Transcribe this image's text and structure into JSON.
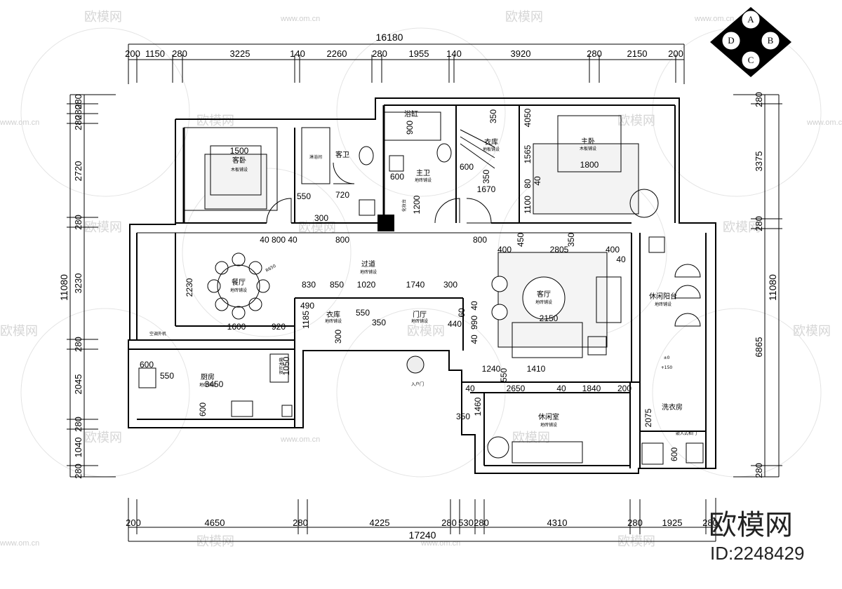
{
  "top_dims": {
    "total": "16180",
    "segments": [
      "200",
      "1150",
      "280",
      "3225",
      "140",
      "2260",
      "280",
      "1955",
      "140",
      "3920",
      "280",
      "2150",
      "200"
    ]
  },
  "bottom_dims": {
    "total": "17240",
    "segments": [
      "200",
      "4650",
      "280",
      "4225",
      "280",
      "530",
      "280",
      "4310",
      "280",
      "1925",
      "280"
    ]
  },
  "left_dims": {
    "total": "11080",
    "segments": [
      "280",
      "280",
      "280",
      "2720",
      "280",
      "3230",
      "280",
      "2045",
      "280",
      "1040",
      "280"
    ]
  },
  "right_dims": {
    "total": "11080",
    "segments": [
      "280",
      "3375",
      "280",
      "6865",
      "280"
    ]
  },
  "compass": {
    "top": "A",
    "right": "B",
    "bottom": "C",
    "left": "D"
  },
  "rooms": {
    "guest_bedroom": {
      "name": "客卧",
      "sub": "木板铺设",
      "bed": "1500"
    },
    "guest_bath": {
      "name": "客卫",
      "sub": "淋浴间"
    },
    "bath": {
      "name": "浴缸",
      "value": "900"
    },
    "master_bath": {
      "name": "主卫",
      "sub": "地砖铺设",
      "vanity": "化妆台"
    },
    "closet_master": {
      "name": "衣库",
      "sub": "地板铺设"
    },
    "master_bedroom": {
      "name": "主卧",
      "sub": "木板铺设",
      "bed": "1800"
    },
    "corridor": {
      "name": "过道",
      "sub": "地砖铺设"
    },
    "dining": {
      "name": "餐厅",
      "sub": "地砖铺设",
      "table": "R650"
    },
    "living": {
      "name": "客厅",
      "sub": "地砖铺设"
    },
    "closet_entry": {
      "name": "衣库",
      "sub": "地砖铺设"
    },
    "foyer": {
      "name": "门厅",
      "sub": "地砖铺设"
    },
    "balcony": {
      "name": "休闲阳台",
      "sub": "地砖铺设"
    },
    "kitchen": {
      "name": "厨房",
      "sub": "地砖铺设"
    },
    "study": {
      "name": "休闲室",
      "sub": "地砖铺设"
    },
    "laundry": {
      "name": "洗衣房"
    },
    "entrance": {
      "name": "入户门"
    },
    "fridge": {
      "name": "双开冰箱"
    },
    "aircon": {
      "name": "空调外机"
    },
    "fixture": {
      "name": "嵌入式柜门"
    }
  },
  "inner_dims": {
    "d550a": "550",
    "d720": "720",
    "d300a": "300",
    "d600a": "600",
    "d1200": "1200",
    "d350a": "350",
    "d4050": "4050",
    "d1565": "1565",
    "d600b": "600",
    "d350b": "350",
    "d1670": "1670",
    "d40a": "40",
    "d80a": "80",
    "d1100": "1100",
    "d40_800_40": "40 800 40",
    "d800a": "800",
    "d800b": "800",
    "d400a": "400",
    "d450": "450",
    "d2805": "2805",
    "d350c": "350",
    "d400b": "400",
    "d40b": "40",
    "d830": "830",
    "d850": "850",
    "d1020": "1020",
    "d1740": "1740",
    "d300b": "300",
    "d2230": "2230",
    "d490": "490",
    "d1185": "1185",
    "d550b": "550",
    "d350d": "350",
    "d300c": "300",
    "d1600": "1600",
    "d920": "920",
    "d440": "440",
    "d990": "990",
    "d40c": "40",
    "d60": "60",
    "d40d": "40",
    "d2150": "2150",
    "d600c": "600",
    "d550c": "550",
    "d3450": "3450",
    "d1050": "1050",
    "d600d": "600",
    "d1240": "1240",
    "d1410": "1410",
    "d550d": "550",
    "d40e": "40",
    "d2650": "2650",
    "d40f": "40",
    "d1840": "1840",
    "d200": "200",
    "d1460": "1460",
    "d350e": "350",
    "d2075": "2075",
    "d600e": "600",
    "level0": "±0",
    "level150": "+150"
  },
  "watermark": {
    "brand": "欧模网",
    "url": "www.om.cn"
  },
  "brand_logo": {
    "name": "欧模网",
    "id": "ID:2248429"
  }
}
